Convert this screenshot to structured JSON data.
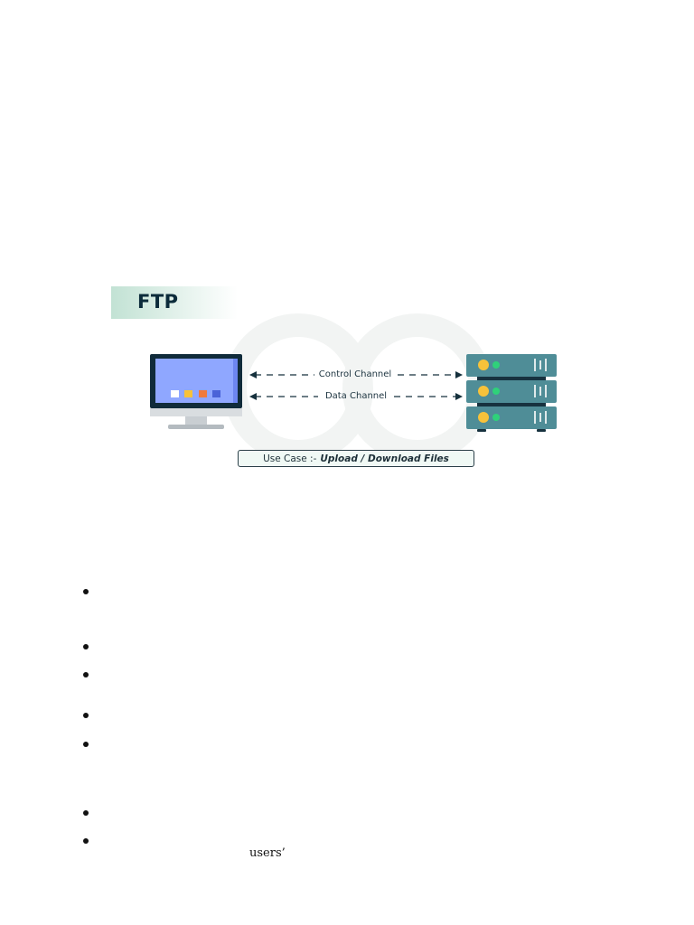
{
  "figure": {
    "title": "FTP",
    "control_channel_label": "Control Channel",
    "data_channel_label": "Data Channel",
    "use_case_prefix": "Use Case :-",
    "use_case_value": "Upload / Download Files",
    "colors": {
      "title_band": "#c5e3d6",
      "monitor_screen": "#8fa7ff",
      "monitor_frame": "#102b3a",
      "server_body": "#4f8d97",
      "server_led_yellow": "#f7c23a",
      "server_led_green": "#2fd17a",
      "arrow": "#16313d"
    },
    "icons": [
      "desktop-monitor-icon",
      "server-rack-icon"
    ]
  },
  "list": {
    "bullet_count": 7,
    "visible_fragment": "users’"
  }
}
